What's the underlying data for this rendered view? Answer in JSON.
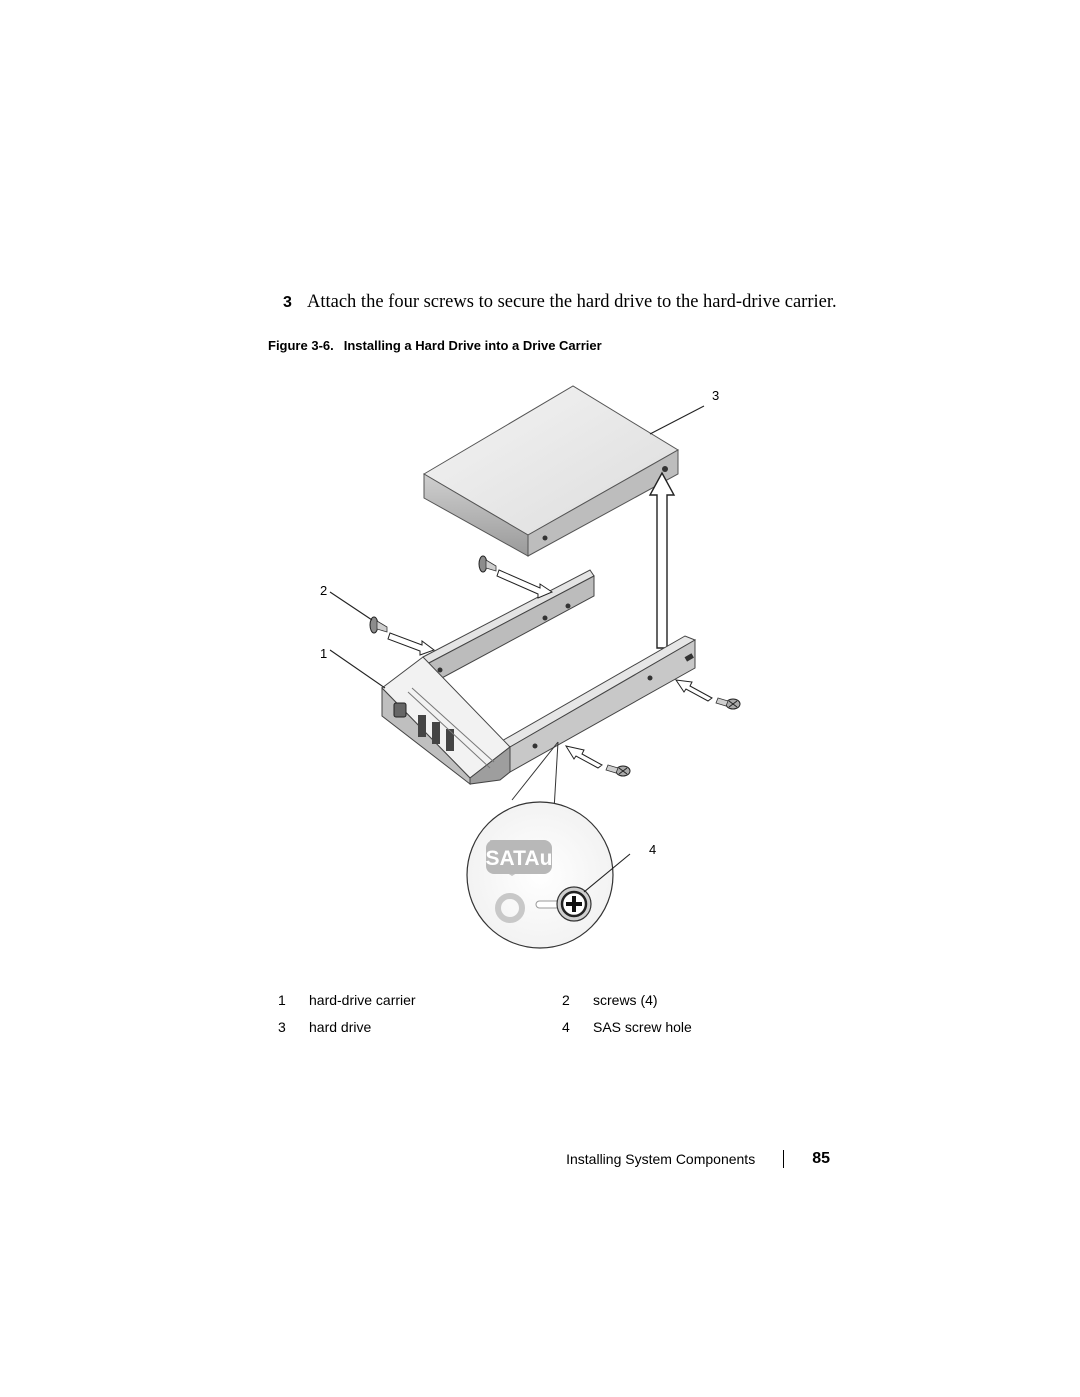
{
  "step": {
    "number": "3",
    "text": "Attach the four screws to secure the hard drive to the hard-drive carrier."
  },
  "figure": {
    "label": "Figure 3-6.",
    "title": "Installing a Hard Drive into a Drive Carrier",
    "callouts": [
      "1",
      "2",
      "3",
      "4"
    ],
    "carrier_label": "SATAu"
  },
  "legend": [
    {
      "num": "1",
      "text": "hard-drive carrier"
    },
    {
      "num": "2",
      "text": "screws (4)"
    },
    {
      "num": "3",
      "text": "hard drive"
    },
    {
      "num": "4",
      "text": "SAS screw hole"
    }
  ],
  "footer": {
    "section": "Installing System Components",
    "page": "85"
  }
}
